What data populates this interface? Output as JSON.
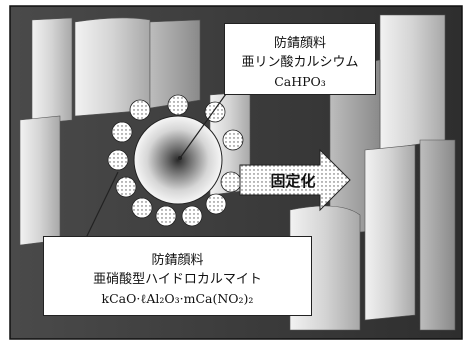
{
  "pigment_top": {
    "title": "防錆顔料",
    "name": "亜リン酸カルシウム",
    "formula": "CaHPO₃"
  },
  "pigment_bottom": {
    "title": "防錆顔料",
    "name": "亜硝酸型ハイドロカルマイト",
    "formula": "kCaO·ℓAl₂O₃·mCa(NO₂)₂"
  },
  "arrow_label": "固定化",
  "colors": {
    "background": "#3a3a3a",
    "plates": "#d8d8d8",
    "line": "#222222"
  }
}
